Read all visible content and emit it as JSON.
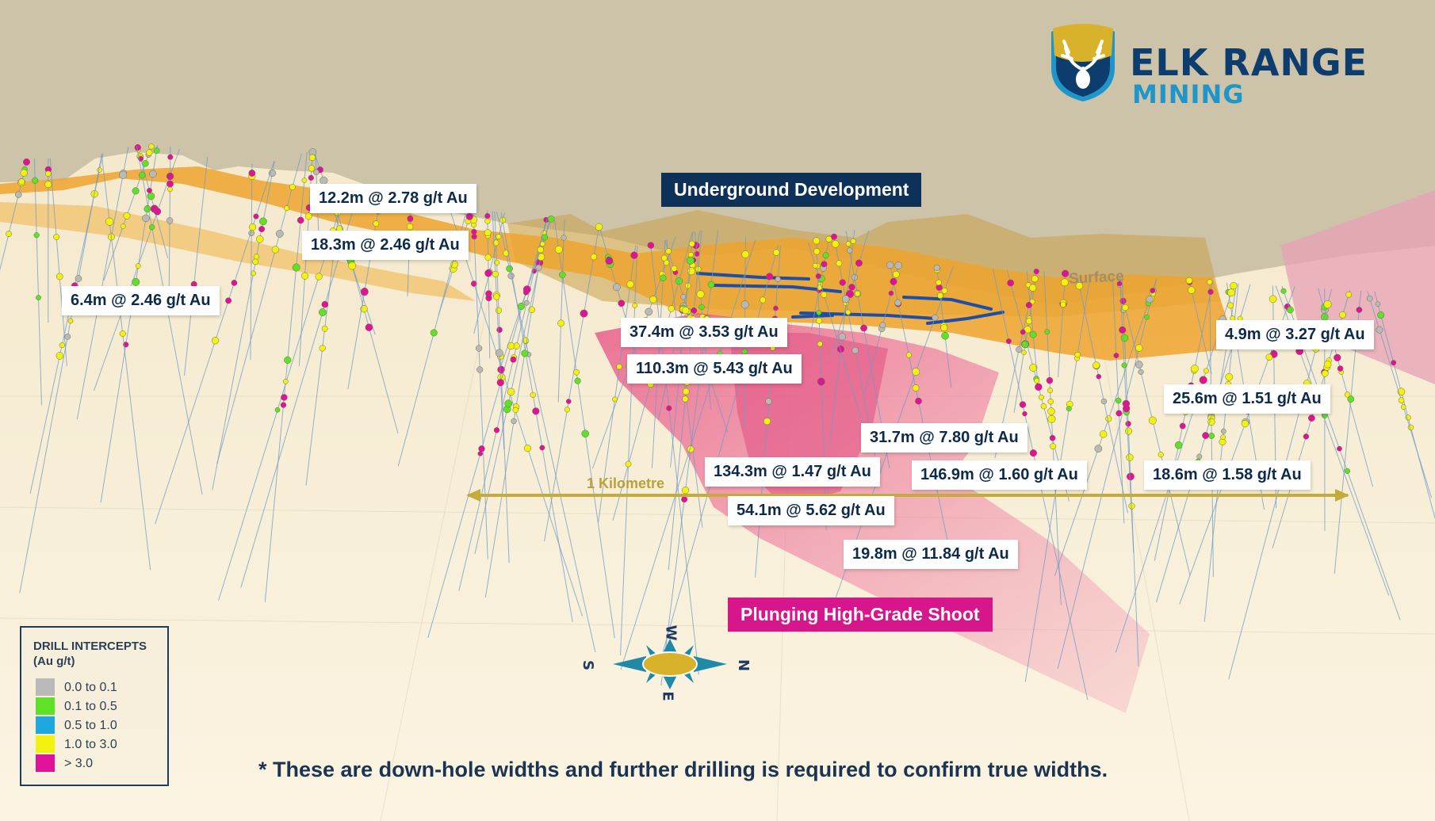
{
  "brand": {
    "line1": "ELK RANGE",
    "line2": "MINING",
    "logo_icon": "elk-antlers-shield-icon",
    "colors": {
      "navy": "#0d3c6e",
      "cyan": "#1e96c8",
      "gold": "#d7b22a"
    }
  },
  "banners": {
    "underground": "Underground Development",
    "shoot": "Plunging High-Grade Shoot"
  },
  "labels": {
    "surface": "Surface",
    "scale": "1 Kilometre"
  },
  "intercepts": [
    "12.2m @ 2.78 g/t Au",
    "18.3m @ 2.46 g/t Au",
    "6.4m @ 2.46 g/t Au",
    "37.4m @ 3.53 g/t Au",
    "110.3m @ 5.43 g/t Au",
    "4.9m @ 3.27 g/t Au",
    "25.6m @ 1.51 g/t Au",
    "31.7m @ 7.80 g/t Au",
    "134.3m @ 1.47 g/t Au",
    "146.9m @ 1.60 g/t Au",
    "18.6m @ 1.58 g/t Au",
    "54.1m @ 5.62 g/t Au",
    "19.8m @ 11.84 g/t Au"
  ],
  "compass": {
    "w": "W",
    "n": "N",
    "e": "E",
    "s": "S",
    "icon": "compass-rose-icon"
  },
  "legend": {
    "title": "DRILL INTERCEPTS (Au g/t)",
    "items": [
      {
        "label": "0.0 to 0.1",
        "color": "#b9b9b9"
      },
      {
        "label": "0.1 to 0.5",
        "color": "#5fe12a"
      },
      {
        "label": "0.5 to 1.0",
        "color": "#1fa8e0"
      },
      {
        "label": "1.0 to 3.0",
        "color": "#f2f20e"
      },
      {
        "label": "> 3.0",
        "color": "#e0129a"
      }
    ]
  },
  "footnote": "* These are down-hole widths and further drilling is required to confirm true widths.",
  "colors": {
    "sky": "#cdc3a8",
    "ground": "#f6ecd2",
    "orebody": "#eea52e",
    "shoot": "#e85a8a",
    "underground_banner": "#0d3158",
    "shoot_banner": "#d6168a"
  }
}
